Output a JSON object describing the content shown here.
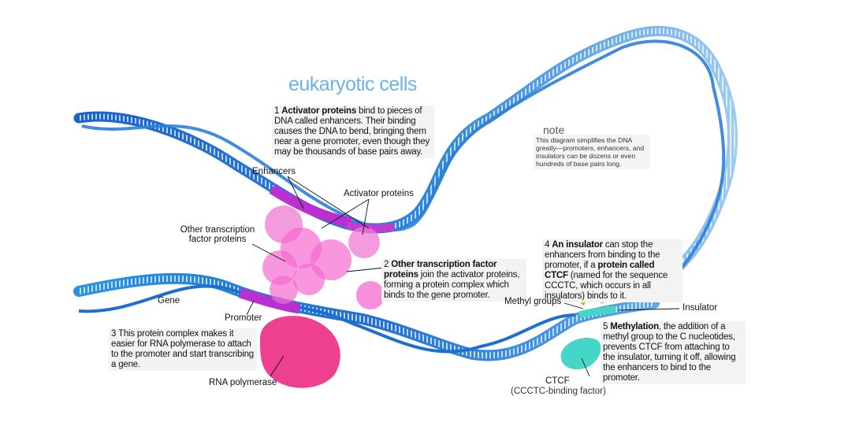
{
  "title": "eukaryotic cells",
  "note": {
    "heading": "note",
    "body": "This diagram simplifies the DNA greatly—promoters, enhancers, and insulators can be dozens or even hundreds of base pairs long."
  },
  "steps": [
    {
      "num": "1",
      "bold": "Activator proteins",
      "text": " bind to pieces of DNA called enhancers. Their binding causes the DNA to bend, bringing them near a gene promoter, even though they may be thousands of base pairs away."
    },
    {
      "num": "2",
      "bold": "Other transcription factor proteins",
      "text": " join the activator proteins, forming a protein complex which binds to the gene promoter."
    },
    {
      "num": "3",
      "text": "This protein complex makes it easier for RNA polymerase to attach to the promoter and start transcribing a gene."
    },
    {
      "num": "4",
      "bold": "An insulator",
      "text_a": " can stop the enhancers from binding to the promoter, if a ",
      "bold2": "protein called CTCF",
      "text_b": " (named for the sequence CCCTC, which occurs in all insulators) binds to it."
    },
    {
      "num": "5",
      "bold": "Methylation",
      "text": ", the addition of a methyl group to the C nucleotides, prevents CTCF from attaching to the insulator, turning it off, allowing the enhancers to bind to the promoter."
    }
  ],
  "labels": {
    "enhancers": "Enhancers",
    "activator_proteins": "Activator proteins",
    "other_tf_line1": "Other transcription",
    "other_tf_line2": "factor proteins",
    "gene": "Gene",
    "promoter": "Promoter",
    "rna_polymerase": "RNA polymerase",
    "methyl_groups": "Methyl groups",
    "insulator": "Insulator",
    "ctcf": "CTCF",
    "ctcf_full": "(CCCTC-binding factor)"
  },
  "colors": {
    "dna_dark": "#1f6fd1",
    "dna_light": "#8ec3ee",
    "magenta": "#c43bd0",
    "pink": "#f45bc8",
    "hotpink": "#ee2f86",
    "teal": "#45d6c7",
    "title": "#6ab3e8"
  }
}
